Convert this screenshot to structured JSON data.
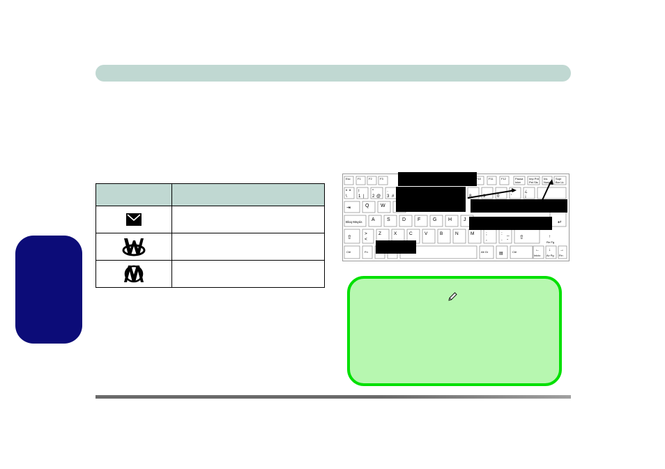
{
  "header": {
    "title": ""
  },
  "side_tab": {
    "label": ""
  },
  "icon_table": {
    "headers": [
      "",
      ""
    ],
    "rows": [
      {
        "icon": "envelope-icon",
        "description": ""
      },
      {
        "icon": "w-logo-icon",
        "description": ""
      },
      {
        "icon": "m-logo-icon",
        "description": ""
      }
    ]
  },
  "keyboard": {
    "row1": [
      "Esc",
      "F1",
      "F2",
      "F3",
      "F10",
      "F11",
      "F12",
      "Pausa",
      "Inter",
      "Imp Pnt",
      "Pet Sis",
      "Ins",
      "Num",
      "Supr",
      "Bor Lk"
    ],
    "row2": [
      "º",
      "ª",
      "\\",
      "1",
      "!",
      "|",
      "2",
      "\"",
      "@",
      "3",
      "·",
      "#",
      "8",
      "9",
      "0",
      "?",
      "'",
      "¿",
      "¡"
    ],
    "row3": [
      "Q",
      "W"
    ],
    "row4": [
      "Bloq Mayús",
      "A",
      "S",
      "D",
      "F",
      "G",
      "H",
      "J"
    ],
    "row5": [
      "<",
      ">",
      "Z",
      "X",
      "C",
      "V",
      "B",
      "N",
      "M",
      ";",
      ",",
      ":",
      ".",
      "_",
      "-"
    ],
    "row6": [
      "Ctrl",
      "Fn",
      "Alt Gr",
      "Ctrl",
      "Inicio",
      "Re Pg",
      "Av Pg",
      "Fin"
    ]
  },
  "note": {
    "icon": "pencil-icon",
    "text": ""
  },
  "colors": {
    "header_bar": "#c0d8d2",
    "side_tab": "#0c0c78",
    "note_fill": "#b7f7b0",
    "note_border": "#00e000"
  }
}
